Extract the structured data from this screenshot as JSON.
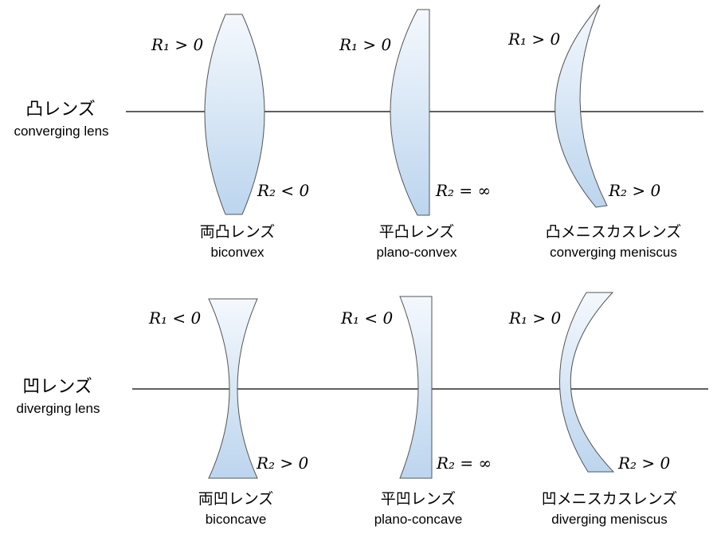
{
  "converging": {
    "group_jp": "凸レンズ",
    "group_en": "converging lens",
    "lenses": [
      {
        "jp": "両凸レンズ",
        "en": "biconvex",
        "r1": "R₁ > 0",
        "r2": "R₂ < 0"
      },
      {
        "jp": "平凸レンズ",
        "en": "plano-convex",
        "r1": "R₁ > 0",
        "r2": "R₂ = ∞"
      },
      {
        "jp": "凸メニスカスレンズ",
        "en": "converging meniscus",
        "r1": "R₁ > 0",
        "r2": "R₂ > 0"
      }
    ]
  },
  "diverging": {
    "group_jp": "凹レンズ",
    "group_en": "diverging lens",
    "lenses": [
      {
        "jp": "両凹レンズ",
        "en": "biconcave",
        "r1": "R₁ < 0",
        "r2": "R₂ > 0"
      },
      {
        "jp": "平凹レンズ",
        "en": "plano-concave",
        "r1": "R₁ < 0",
        "r2": "R₂ = ∞"
      },
      {
        "jp": "凹メニスカスレンズ",
        "en": "diverging meniscus",
        "r1": "R₁ > 0",
        "r2": "R₂ > 0"
      }
    ]
  },
  "colors": {
    "lens_top": "#f4f8fd",
    "lens_bottom": "#bcd5ee"
  }
}
